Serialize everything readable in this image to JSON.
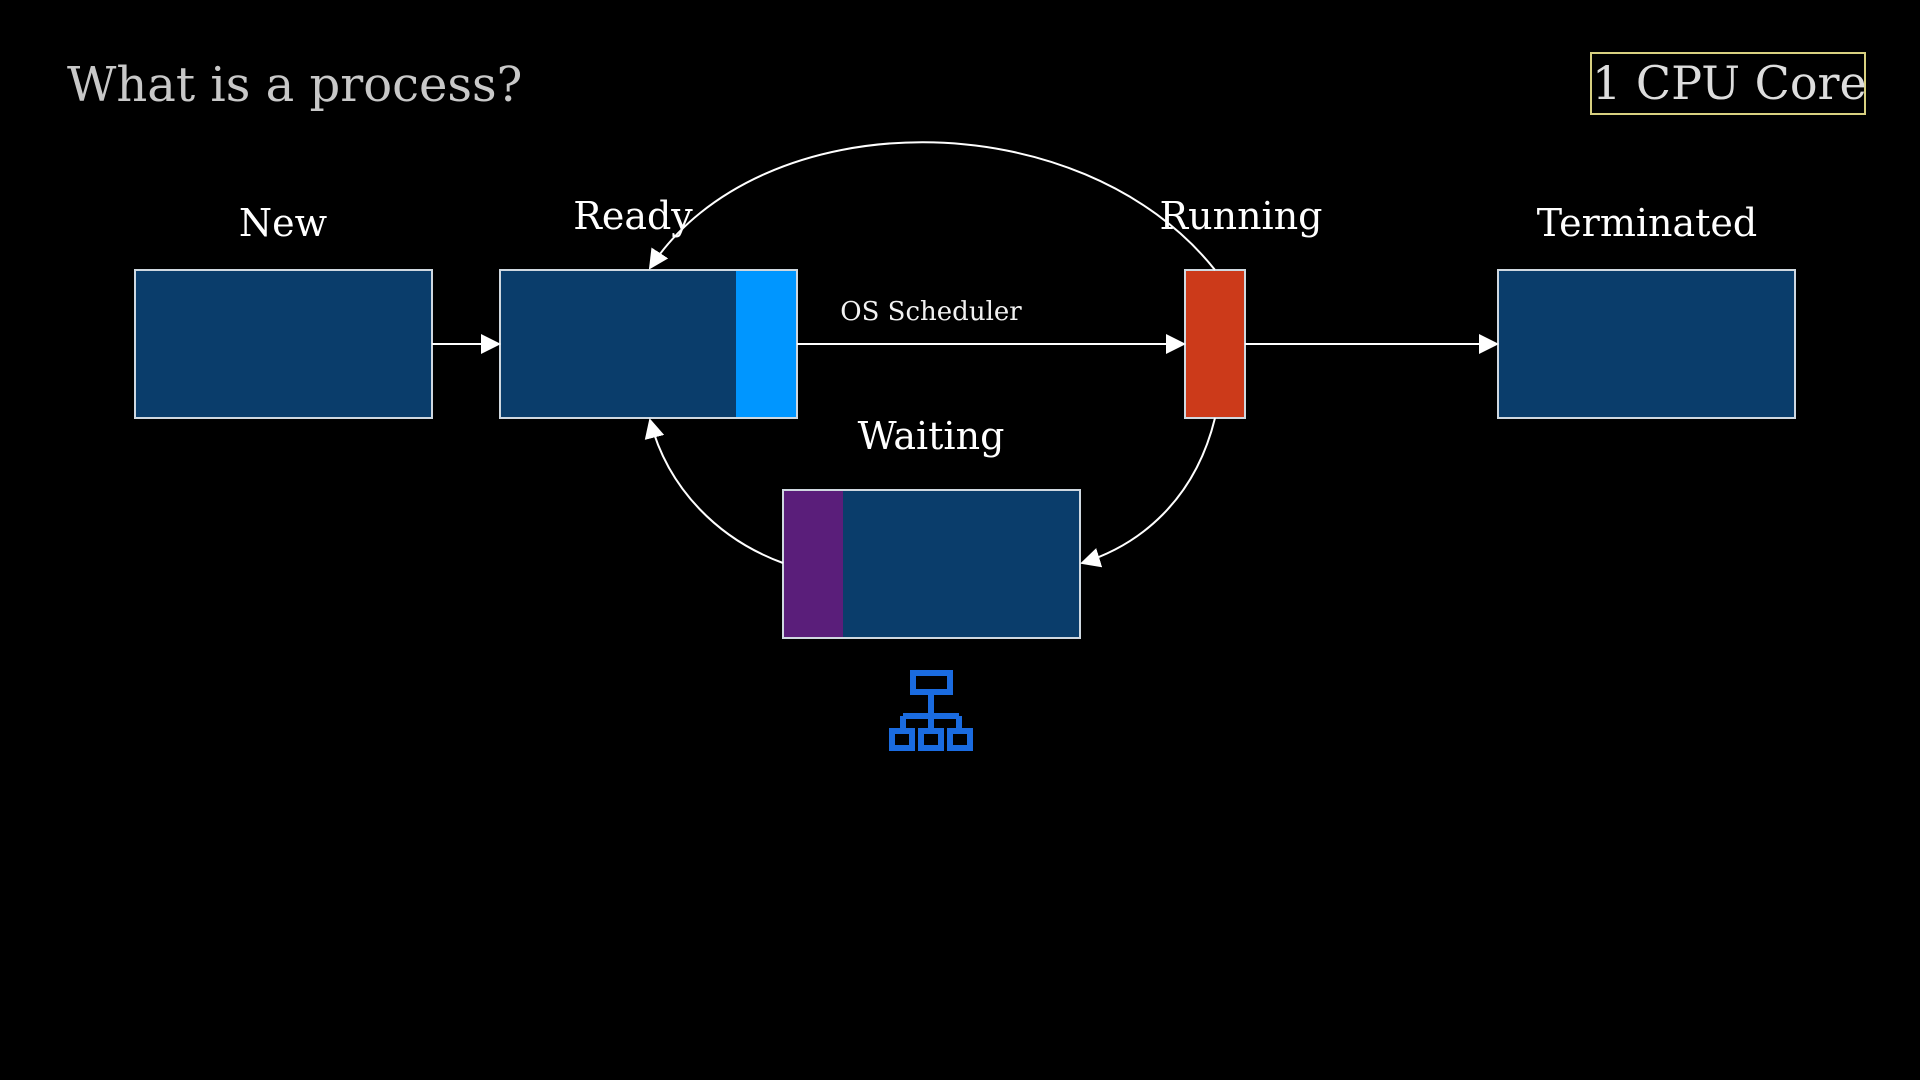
{
  "title": "What is a process?",
  "badge": "1 CPU Core",
  "states": {
    "new": "New",
    "ready": "Ready",
    "running": "Running",
    "terminated": "Terminated",
    "waiting": "Waiting"
  },
  "transitions": {
    "scheduler_label": "OS Scheduler"
  },
  "colors": {
    "background": "#000000",
    "state_box_fill": "#0a3d6b",
    "state_box_stroke": "#cfd8e0",
    "ready_process": "#0096ff",
    "running_process": "#cc3a1a",
    "waiting_process": "#5a1e7a",
    "badge_border": "#d8d080",
    "arrow": "#ffffff",
    "network_icon": "#1a6be0"
  },
  "icons": {
    "waiting_icon": "network-hierarchy-icon"
  }
}
